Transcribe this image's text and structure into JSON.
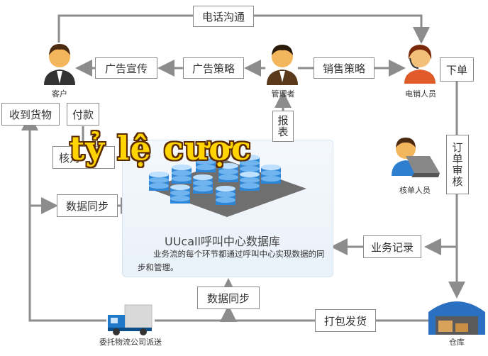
{
  "nodes": {
    "customer": "客户",
    "manager": "管理者",
    "sales_staff": "电销人员",
    "reviewer": "核单人员",
    "warehouse": "仓库",
    "logistics": "委托物流公司派送"
  },
  "boxes": {
    "phone_comm": "电话沟通",
    "ad_promo": "广告宣传",
    "ad_strategy": "广告策略",
    "sales_strategy": "销售策略",
    "place_order": "下单",
    "receive_goods": "收到货物",
    "pay": "付款",
    "verify": "核对",
    "report": "报表",
    "order_review": "订单审核",
    "data_sync_left": "数据同步",
    "business_record": "业务记录",
    "data_sync_bottom": "数据同步",
    "pack_ship": "打包发货"
  },
  "database": {
    "title": "UUcall呼叫中心数据库",
    "description": "业务流的每个环节都通过呼叫中心实现数据的同步和管理。"
  },
  "overlay_text": "tỷ lệ cược",
  "colors": {
    "line": "#8c8c8c",
    "db_blue": "#2f86d6",
    "overlay": "#ffd400"
  }
}
